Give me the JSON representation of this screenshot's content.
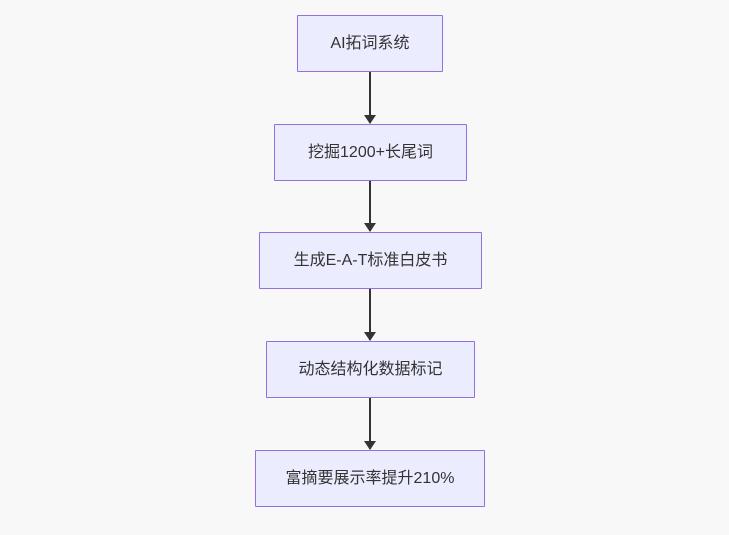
{
  "page": {
    "background_color": "#f8f8f8"
  },
  "chart_data": {
    "type": "flowchart",
    "direction": "top-down",
    "node_fill": "#ECECFF",
    "node_border": "#9370DB",
    "arrow_color": "#333333",
    "text_color": "#333333",
    "nodes": [
      {
        "id": "n1",
        "label": "AI拓词系统"
      },
      {
        "id": "n2",
        "label": "挖掘1200+长尾词"
      },
      {
        "id": "n3",
        "label": "生成E-A-T标准白皮书"
      },
      {
        "id": "n4",
        "label": "动态结构化数据标记"
      },
      {
        "id": "n5",
        "label": "富摘要展示率提升210%"
      }
    ],
    "edges": [
      {
        "from": "n1",
        "to": "n2"
      },
      {
        "from": "n2",
        "to": "n3"
      },
      {
        "from": "n3",
        "to": "n4"
      },
      {
        "from": "n4",
        "to": "n5"
      }
    ]
  },
  "flowchart": {
    "nodes": [
      {
        "label": "AI拓词系统"
      },
      {
        "label": "挖掘1200+长尾词"
      },
      {
        "label": "生成E-A-T标准白皮书"
      },
      {
        "label": "动态结构化数据标记"
      },
      {
        "label": "富摘要展示率提升210%"
      }
    ]
  }
}
